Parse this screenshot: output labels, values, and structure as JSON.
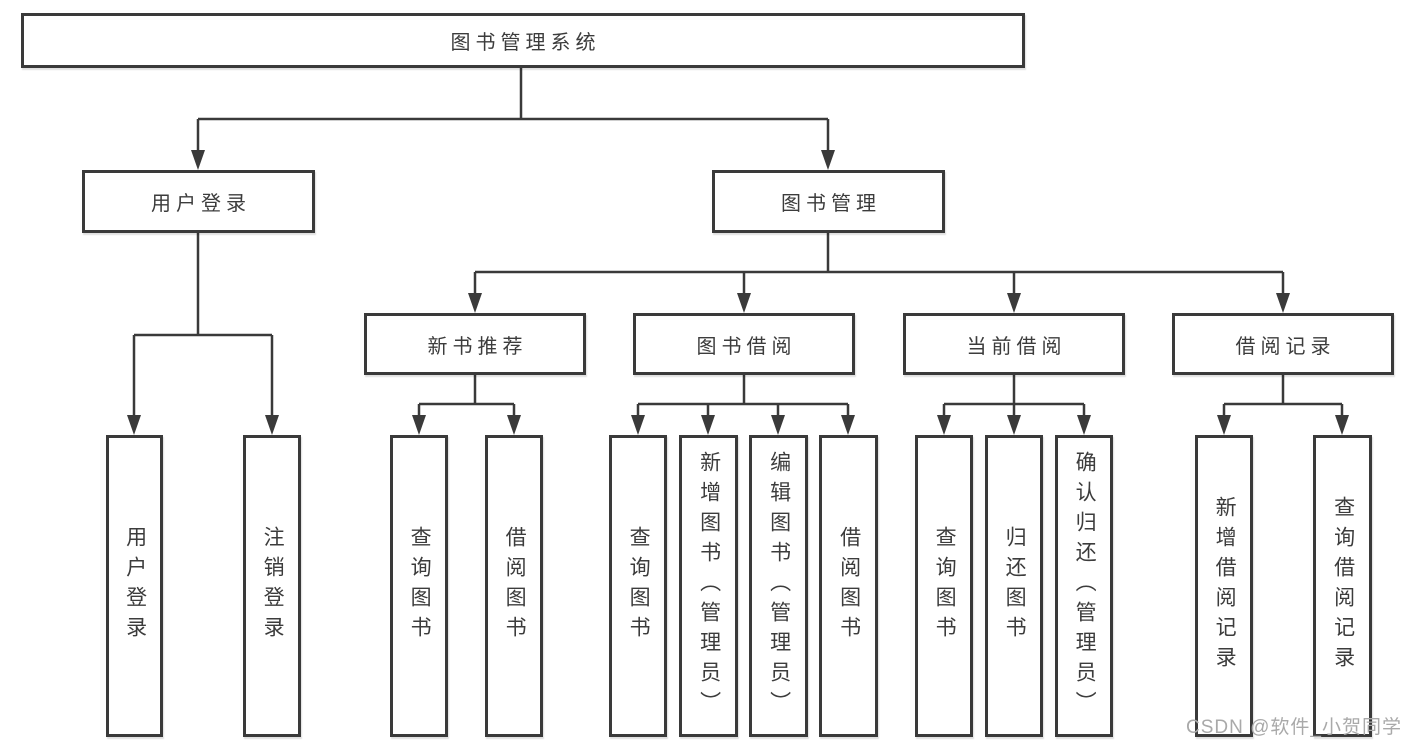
{
  "colors": {
    "line": "#3a3a3a",
    "text": "#3c3c3c",
    "background": "#ffffff",
    "watermark": "#a9a9a9"
  },
  "watermark": "CSDN @软件_小贺同学",
  "tree": {
    "label": "图书管理系统",
    "children": [
      {
        "label": "用户登录",
        "children": [
          {
            "label": "用户登录"
          },
          {
            "label": "注销登录"
          }
        ]
      },
      {
        "label": "图书管理",
        "children": [
          {
            "label": "新书推荐",
            "children": [
              {
                "label": "查询图书"
              },
              {
                "label": "借阅图书"
              }
            ]
          },
          {
            "label": "图书借阅",
            "children": [
              {
                "label": "查询图书"
              },
              {
                "label": "新增图书（管理员）"
              },
              {
                "label": "编辑图书（管理员）"
              },
              {
                "label": "借阅图书"
              }
            ]
          },
          {
            "label": "当前借阅",
            "children": [
              {
                "label": "查询图书"
              },
              {
                "label": "归还图书"
              },
              {
                "label": "确认归还（管理员）"
              }
            ]
          },
          {
            "label": "借阅记录",
            "children": [
              {
                "label": "新增借阅记录"
              },
              {
                "label": "查询借阅记录"
              }
            ]
          }
        ]
      }
    ]
  }
}
